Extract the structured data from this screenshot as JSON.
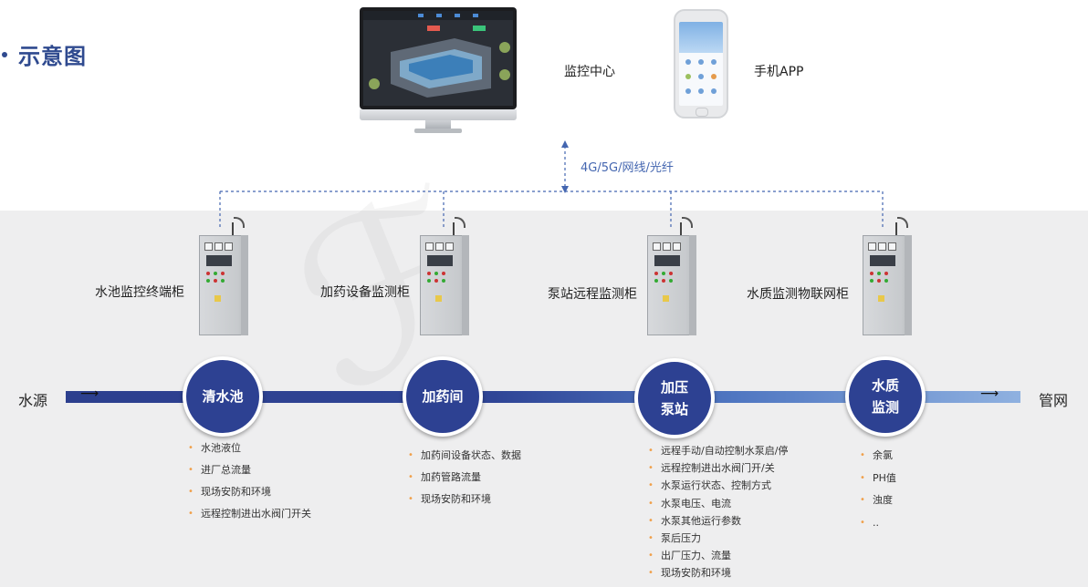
{
  "title": "示意图",
  "monitor_label": "监控中心",
  "phone_label": "手机APP",
  "network_label": "4G/5G/网线/光纤",
  "source_label": "水源",
  "sink_label": "管网",
  "cabinets": [
    {
      "label": "水池监控终端柜"
    },
    {
      "label": "加药设备监测柜"
    },
    {
      "label": "泵站远程监测柜"
    },
    {
      "label": "水质监测物联网柜"
    }
  ],
  "nodes": [
    {
      "label": "清水池"
    },
    {
      "label": "加药间"
    },
    {
      "label": "加压\n泵站"
    },
    {
      "label": "水质\n监测"
    }
  ],
  "lists": [
    {
      "items": [
        "水池液位",
        "进厂总流量",
        "现场安防和环境",
        "远程控制进出水阀门开关"
      ]
    },
    {
      "items": [
        "加药间设备状态、数据",
        "加药管路流量",
        "现场安防和环境"
      ]
    },
    {
      "items": [
        "远程手动/自动控制水泵启/停",
        "远程控制进出水阀门开/关",
        "水泵运行状态、控制方式",
        "水泵电压、电流",
        "水泵其他运行参数",
        "泵后压力",
        "出厂压力、流量",
        "现场安防和环境"
      ]
    },
    {
      "items": [
        "余氯",
        "PH值",
        "浊度",
        ".."
      ]
    }
  ],
  "colors": {
    "node_fill": "#2d4192",
    "network_line": "#4466b0",
    "bullet": "#f0a04b",
    "lower_background": "#eeeeef"
  }
}
